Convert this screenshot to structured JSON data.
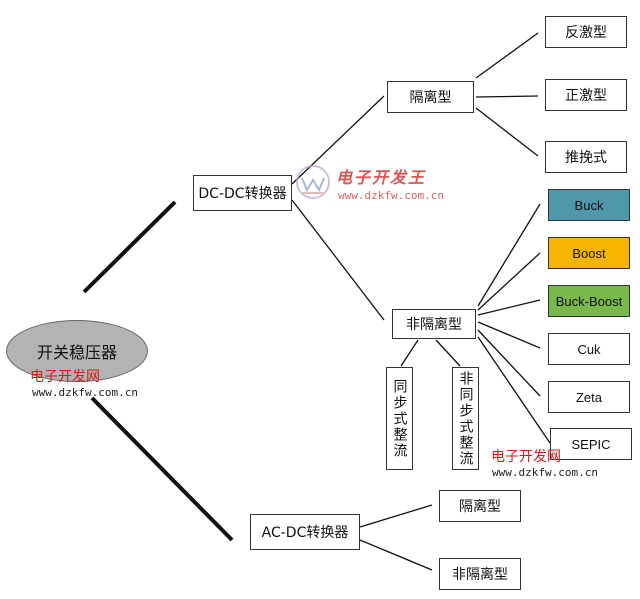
{
  "diagram": {
    "root": "开关稳压器",
    "dcdc": "DC-DC转换器",
    "acdc": "AC-DC转换器",
    "dc_isolated": "隔离型",
    "dc_nonisolated": "非隔离型",
    "isolated_types": [
      "反激型",
      "正激型",
      "推挽式"
    ],
    "nonisolated_types": [
      "Buck",
      "Boost",
      "Buck-Boost",
      "Cuk",
      "Zeta",
      "SEPIC"
    ],
    "rectification": [
      "同步式整流",
      "非同步式整流"
    ],
    "ac_isolated": "隔离型",
    "ac_nonisolated": "非隔离型"
  },
  "colors": {
    "buck": "#4f98ab",
    "boost": "#f4b400",
    "buck_boost": "#79b84a",
    "root_fill": "#b3b3b3"
  },
  "watermarks": {
    "logo_text": "电子开发王",
    "logo_url": "www.dzkfw.com.cn",
    "site_cn": "电子开发网",
    "site_url": "www.dzkfw.com.cn"
  }
}
